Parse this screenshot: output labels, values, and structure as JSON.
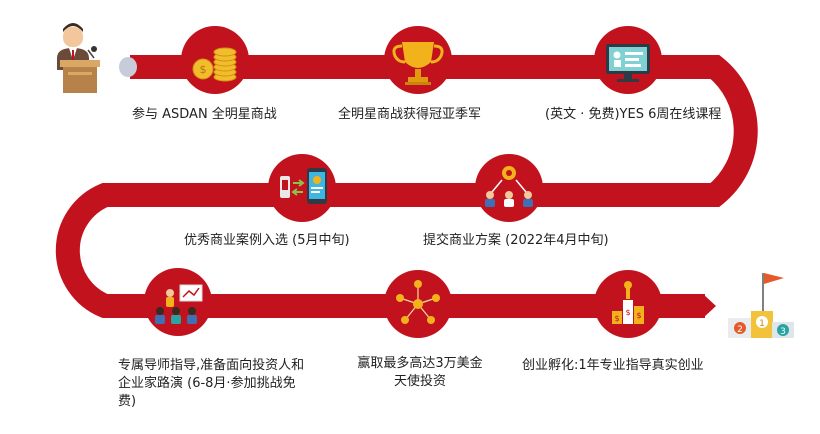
{
  "steps": [
    {
      "label": "参与 ASDAN 全明星商战",
      "icon": "coins-icon"
    },
    {
      "label": "全明星商战获得冠亚季军",
      "icon": "trophy-icon"
    },
    {
      "label": "(英文 · 免费)YES 6周在线课程",
      "icon": "online-course-icon"
    },
    {
      "label": "优秀商业案例入选 (5月中旬)",
      "icon": "mobile-showcase-icon"
    },
    {
      "label": "提交商业方案 (2022年4月中旬)",
      "icon": "team-plan-icon"
    },
    {
      "label": "专属导师指导,准备面向投资人和企业家路演 (6-8月·参加挑战免费)",
      "icon": "mentor-presentation-icon"
    },
    {
      "label": "赢取最多高达3万美金天使投资",
      "icon": "investment-network-icon"
    },
    {
      "label": "创业孵化:1年专业指导真实创业",
      "icon": "incubation-icon"
    }
  ],
  "podium": {
    "places": [
      "2",
      "1",
      "3"
    ]
  },
  "colors": {
    "road": "#c2121d",
    "road_dark": "#8e0c15",
    "gold": "#e8a317",
    "flag": "#e55a2b"
  }
}
